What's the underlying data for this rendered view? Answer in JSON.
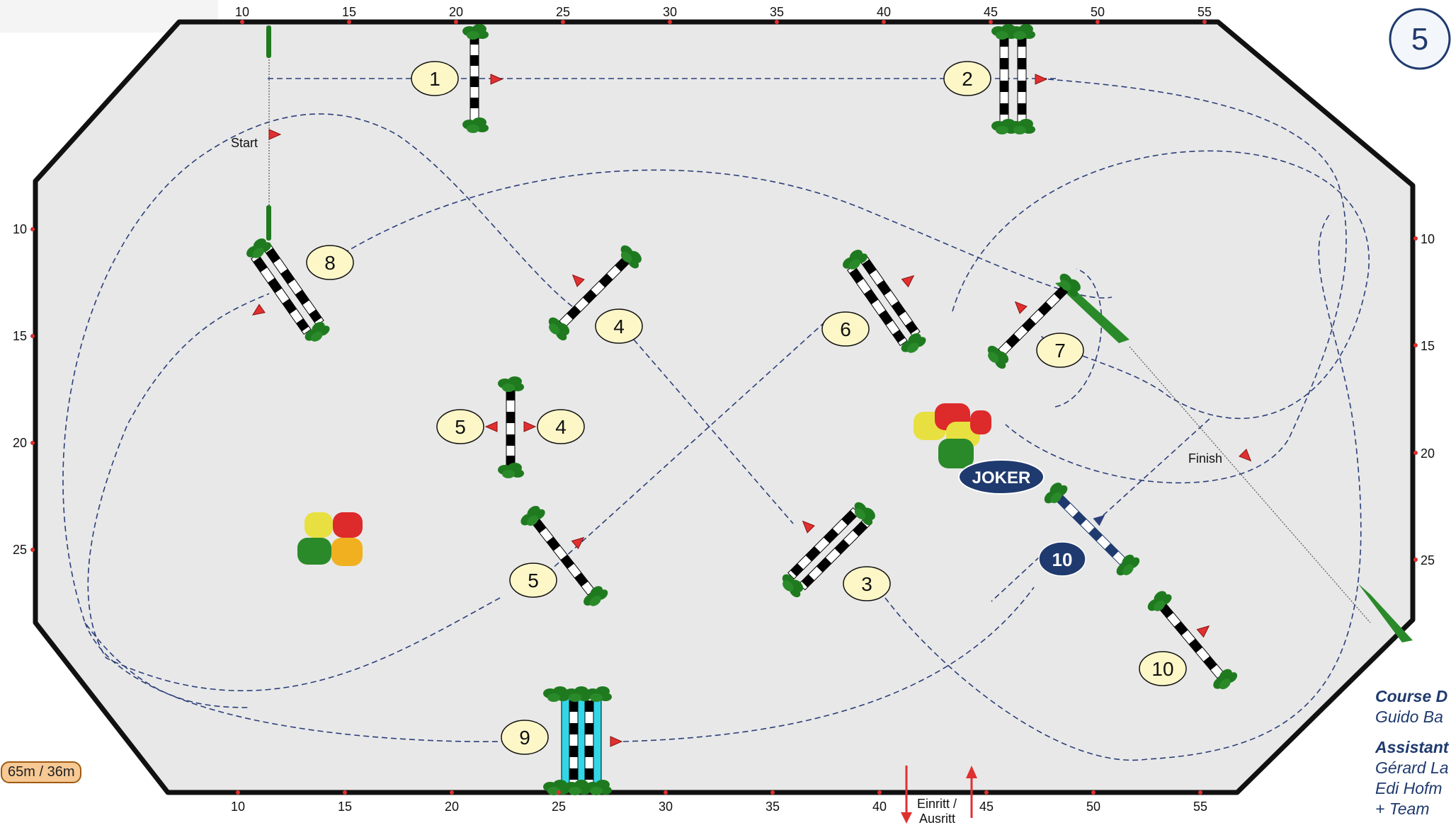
{
  "course": {
    "page_number": "5",
    "dimensions": "65m / 36m",
    "start_label": "Start",
    "finish_label": "Finish",
    "entrance_label": [
      "Einritt /",
      "Ausritt"
    ],
    "joker_label": "JOKER",
    "ruler_top": [
      "10",
      "15",
      "20",
      "25",
      "30",
      "35",
      "40",
      "45",
      "50",
      "55"
    ],
    "ruler_bottom": [
      "10",
      "15",
      "20",
      "25",
      "30",
      "35",
      "40",
      "45",
      "50",
      "55"
    ],
    "ruler_left": [
      "10",
      "15",
      "20",
      "25"
    ],
    "ruler_right": [
      "10",
      "15",
      "20",
      "25"
    ],
    "obstacle_numbers": [
      "1",
      "2",
      "3",
      "4",
      "4",
      "5",
      "5",
      "6",
      "7",
      "8",
      "9",
      "10",
      "10"
    ],
    "credits": {
      "designer_heading": "Course D",
      "designer_name": "Guido Ba",
      "assistant_heading": "Assistant",
      "assistants": [
        "Gérard La",
        "Edi Hofm",
        "+ Team"
      ]
    },
    "colors": {
      "arena": "#e8e8e8",
      "route": "#2c3f7a",
      "label_fill": "#fdf7c8",
      "joker_fill": "#1f3a6e",
      "flag": "#e03030",
      "shrub": "#1f7a1f",
      "water": "#33d6e6"
    }
  }
}
